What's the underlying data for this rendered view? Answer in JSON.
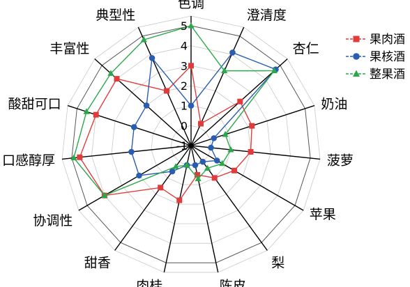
{
  "chart_data": {
    "type": "radar",
    "axes": [
      "色调",
      "澄清度",
      "杏仁",
      "奶油",
      "菠萝",
      "苹果",
      "梨",
      "陈皮",
      "肉桂",
      "甜香",
      "协调性",
      "口感醇厚",
      "酸甜可口",
      "丰富性",
      "典型性"
    ],
    "rlim": [
      -1,
      5
    ],
    "ticks": [
      "-1",
      "0",
      "1",
      "2",
      "3",
      "4",
      "5"
    ],
    "grid": true,
    "legend_position": "top-right",
    "series": [
      {
        "name": "果肉酒",
        "color": "#e03c3c",
        "marker": "square",
        "values": [
          3.0,
          0.2,
          2.3,
          2.2,
          2.0,
          1.5,
          1.0,
          0.5,
          1.8,
          1.6,
          4.0,
          4.6,
          4.0,
          4.0,
          2.0
        ]
      },
      {
        "name": "果核酒",
        "color": "#2a5db0",
        "marker": "circle",
        "values": [
          1.0,
          4.1,
          4.7,
          0.2,
          0.0,
          0.5,
          0.0,
          0.0,
          0.0,
          0.6,
          2.0,
          2.0,
          2.0,
          2.0,
          3.8
        ]
      },
      {
        "name": "整果酒",
        "color": "#2aa84a",
        "marker": "triangle",
        "values": [
          5.0,
          3.1,
          4.6,
          0.8,
          1.0,
          0.8,
          0.4,
          0.7,
          0.0,
          0.3,
          4.0,
          4.9,
          4.5,
          4.4,
          4.8
        ]
      }
    ]
  }
}
